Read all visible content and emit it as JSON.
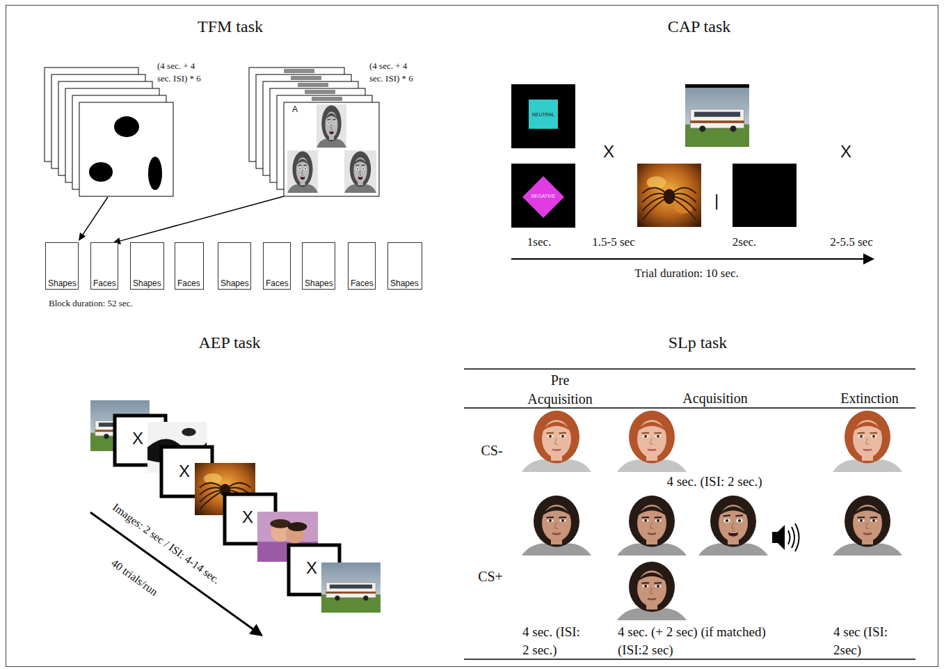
{
  "diagram": {
    "nodes": [
      {
        "text": [
          "Shapes"
        ]
      },
      {
        "text": [
          "Faces"
        ]
      },
      {
        "text": [
          "Shapes"
        ]
      },
      {
        "text": [
          "Faces"
        ]
      },
      {
        "text": [
          "Shapes"
        ]
      },
      {
        "text": [
          "Faces"
        ]
      },
      {
        "text": [
          "Shapes"
        ]
      },
      {
        "text": [
          "Faces"
        ]
      },
      {
        "text": [
          "Shapes"
        ]
      },
      {
        "text": [
          "NEUTRAL"
        ]
      },
      {
        "text": [
          "NEGATIVE"
        ]
      }
    ],
    "labels": [
      "TFM task",
      "(4 sec. + 4 sec. ISI) * 6",
      "A",
      "(4 sec. + 4 sec. ISI) * 6",
      "Block duration: 52 sec.",
      "CAP task",
      "X",
      "X",
      "|",
      "1sec.",
      "1.5-5 sec",
      "2sec.",
      "2-5.5 sec",
      "Trial duration: 10 sec.",
      "AEP task",
      "X",
      "X",
      "X",
      "X",
      "Images: 2 sec / ISI: 4-14 sec.",
      "40 trials/run",
      "SLp task",
      "Pre Acquisition",
      "Acquisition",
      "Extinction",
      "CS-",
      "4 sec. (ISI: 2 sec.)",
      "CS+",
      "4 sec. (ISI: 2 sec.)",
      "4 sec. (+ 2 sec) (if matched) (ISI:2 sec)",
      "4 sec (ISI: 2sec)"
    ]
  }
}
